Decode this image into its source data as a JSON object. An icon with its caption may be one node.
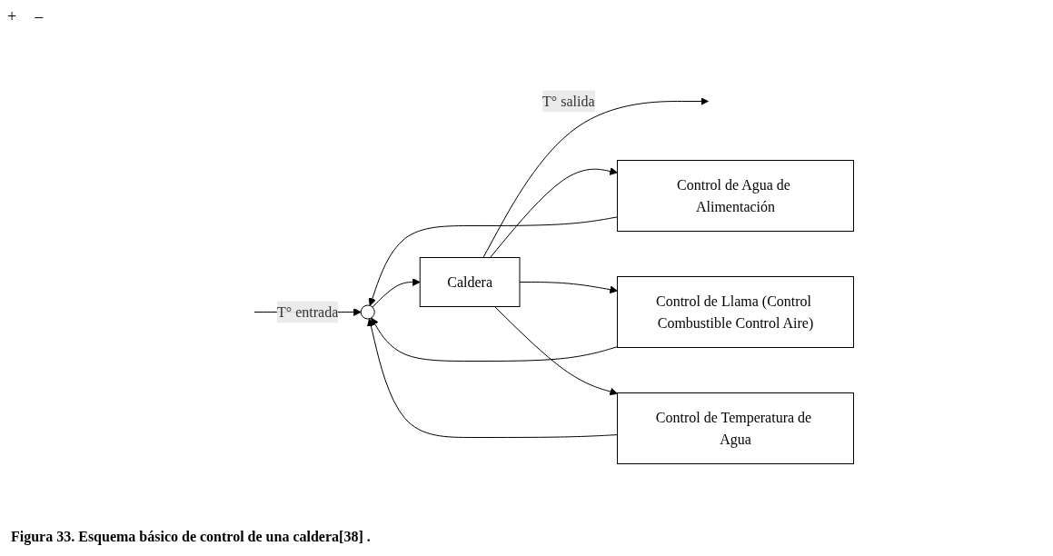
{
  "diagram": {
    "caption": "Figura  33. Esquema básico de control de una caldera[38] .",
    "nodes": [
      {
        "text": [],
        "shape": "circle"
      },
      {
        "text": [
          "Caldera"
        ]
      },
      {
        "text": [
          "Control de Agua de Alimentación"
        ]
      },
      {
        "text": [
          "Control de Llama (Control Combustible Control Aire)"
        ]
      },
      {
        "text": [
          "Control de Temperatura de Agua"
        ]
      }
    ],
    "edges": [
      {
        "from": null,
        "to": 0,
        "arrow": "to",
        "label": "T° entrada"
      },
      {
        "from": 0,
        "to": 1,
        "arrow": "to"
      },
      {
        "from": 1,
        "to": null,
        "arrow": "to",
        "label": "T° salida"
      },
      {
        "from": 1,
        "to": 2,
        "arrow": "to"
      },
      {
        "from": 1,
        "to": 3,
        "arrow": "to"
      },
      {
        "from": 1,
        "to": 4,
        "arrow": "to"
      },
      {
        "from": 2,
        "to": 0,
        "arrow": "to"
      },
      {
        "from": 3,
        "to": 0,
        "arrow": "to"
      },
      {
        "from": 4,
        "to": 0,
        "arrow": "to"
      }
    ],
    "labels": [
      "+",
      "–"
    ]
  }
}
